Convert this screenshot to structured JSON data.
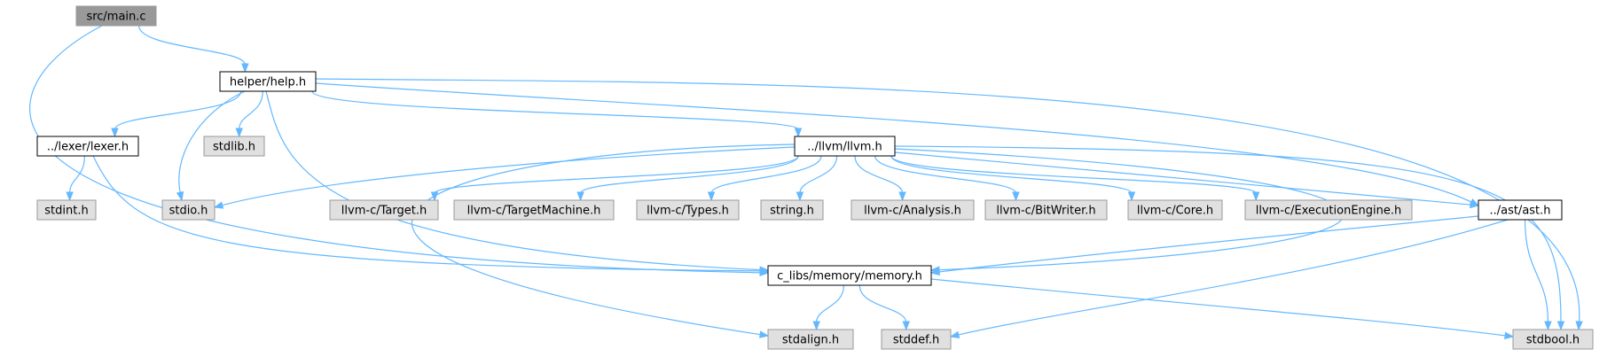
{
  "colors": {
    "root_fill": "#999999",
    "project_fill": "#ffffff",
    "system_fill": "#e0e0e0",
    "project_border": "#000000",
    "system_border": "#999999",
    "edge": "#63b8ff"
  },
  "nodes": {
    "main": {
      "label": "src/main.c",
      "kind": "root"
    },
    "help": {
      "label": "helper/help.h",
      "kind": "project"
    },
    "lexer": {
      "label": "../lexer/lexer.h",
      "kind": "project"
    },
    "stdlib": {
      "label": "stdlib.h",
      "kind": "system"
    },
    "llvm": {
      "label": "../llvm/llvm.h",
      "kind": "project"
    },
    "stdint": {
      "label": "stdint.h",
      "kind": "system"
    },
    "stdio": {
      "label": "stdio.h",
      "kind": "system"
    },
    "target": {
      "label": "llvm-c/Target.h",
      "kind": "system"
    },
    "targetmachine": {
      "label": "llvm-c/TargetMachine.h",
      "kind": "system"
    },
    "types": {
      "label": "llvm-c/Types.h",
      "kind": "system"
    },
    "string": {
      "label": "string.h",
      "kind": "system"
    },
    "analysis": {
      "label": "llvm-c/Analysis.h",
      "kind": "system"
    },
    "bitwriter": {
      "label": "llvm-c/BitWriter.h",
      "kind": "system"
    },
    "core": {
      "label": "llvm-c/Core.h",
      "kind": "system"
    },
    "execengine": {
      "label": "llvm-c/ExecutionEngine.h",
      "kind": "system"
    },
    "ast": {
      "label": "../ast/ast.h",
      "kind": "project"
    },
    "memory": {
      "label": "c_libs/memory/memory.h",
      "kind": "project"
    },
    "stdalign": {
      "label": "stdalign.h",
      "kind": "system"
    },
    "stddef": {
      "label": "stddef.h",
      "kind": "system"
    },
    "stdbool": {
      "label": "stdbool.h",
      "kind": "system"
    }
  },
  "edges": [
    [
      "main",
      "help"
    ],
    [
      "main",
      "memory"
    ],
    [
      "help",
      "lexer"
    ],
    [
      "help",
      "stdlib"
    ],
    [
      "help",
      "stdio"
    ],
    [
      "help",
      "llvm"
    ],
    [
      "help",
      "ast"
    ],
    [
      "help",
      "memory"
    ],
    [
      "help",
      "stdbool"
    ],
    [
      "lexer",
      "stdint"
    ],
    [
      "lexer",
      "memory"
    ],
    [
      "llvm",
      "stdio"
    ],
    [
      "llvm",
      "target"
    ],
    [
      "llvm",
      "targetmachine"
    ],
    [
      "llvm",
      "types"
    ],
    [
      "llvm",
      "string"
    ],
    [
      "llvm",
      "analysis"
    ],
    [
      "llvm",
      "bitwriter"
    ],
    [
      "llvm",
      "core"
    ],
    [
      "llvm",
      "execengine"
    ],
    [
      "llvm",
      "ast"
    ],
    [
      "llvm",
      "memory"
    ],
    [
      "llvm",
      "stdalign"
    ],
    [
      "llvm",
      "stdbool"
    ],
    [
      "ast",
      "memory"
    ],
    [
      "ast",
      "stddef"
    ],
    [
      "ast",
      "stdbool"
    ],
    [
      "memory",
      "stdalign"
    ],
    [
      "memory",
      "stddef"
    ],
    [
      "memory",
      "stdbool"
    ]
  ]
}
